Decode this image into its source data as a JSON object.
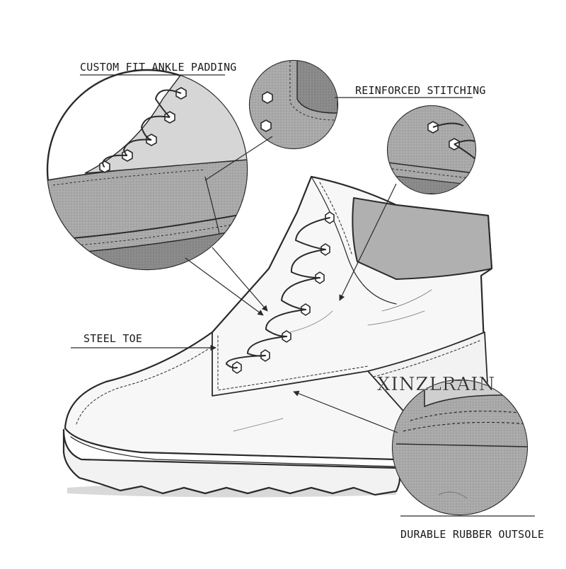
{
  "callouts": {
    "ankle_padding": "CUSTOM FIT ANKLE PADDING",
    "reinforced_stitching": "REINFORCED STITCHING",
    "steel_toe": "STEEL TOE",
    "rubber_outsole": "DURABLE RUBBER OUTSOLE"
  },
  "watermark": "XINZLRAIN",
  "colors": {
    "line": "#2a2a2a",
    "detail_fill": "#a8a8a8",
    "collar_fill": "#b0b0b0",
    "boot_fill": "#f7f7f7"
  },
  "icons": [
    "boot-illustration",
    "detail-magnifier-icon",
    "pointer-arrow-icon"
  ]
}
